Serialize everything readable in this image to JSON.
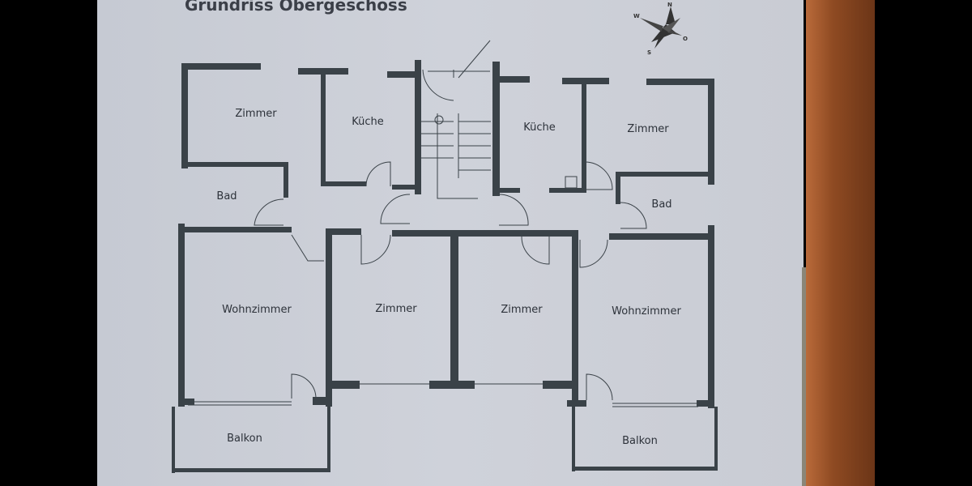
{
  "title": "Grundriss Obergeschoss",
  "compass": {
    "n": "N",
    "w": "W",
    "o": "O",
    "s": "S"
  },
  "rooms": {
    "zimmer_tl": "Zimmer",
    "kueche_l": "Küche",
    "kueche_r": "Küche",
    "zimmer_tr": "Zimmer",
    "bad_l": "Bad",
    "bad_r": "Bad",
    "wohnzimmer_l": "Wohnzimmer",
    "zimmer_ml": "Zimmer",
    "zimmer_mr": "Zimmer",
    "wohnzimmer_r": "Wohnzimmer",
    "balkon_l": "Balkon",
    "balkon_r": "Balkon"
  }
}
